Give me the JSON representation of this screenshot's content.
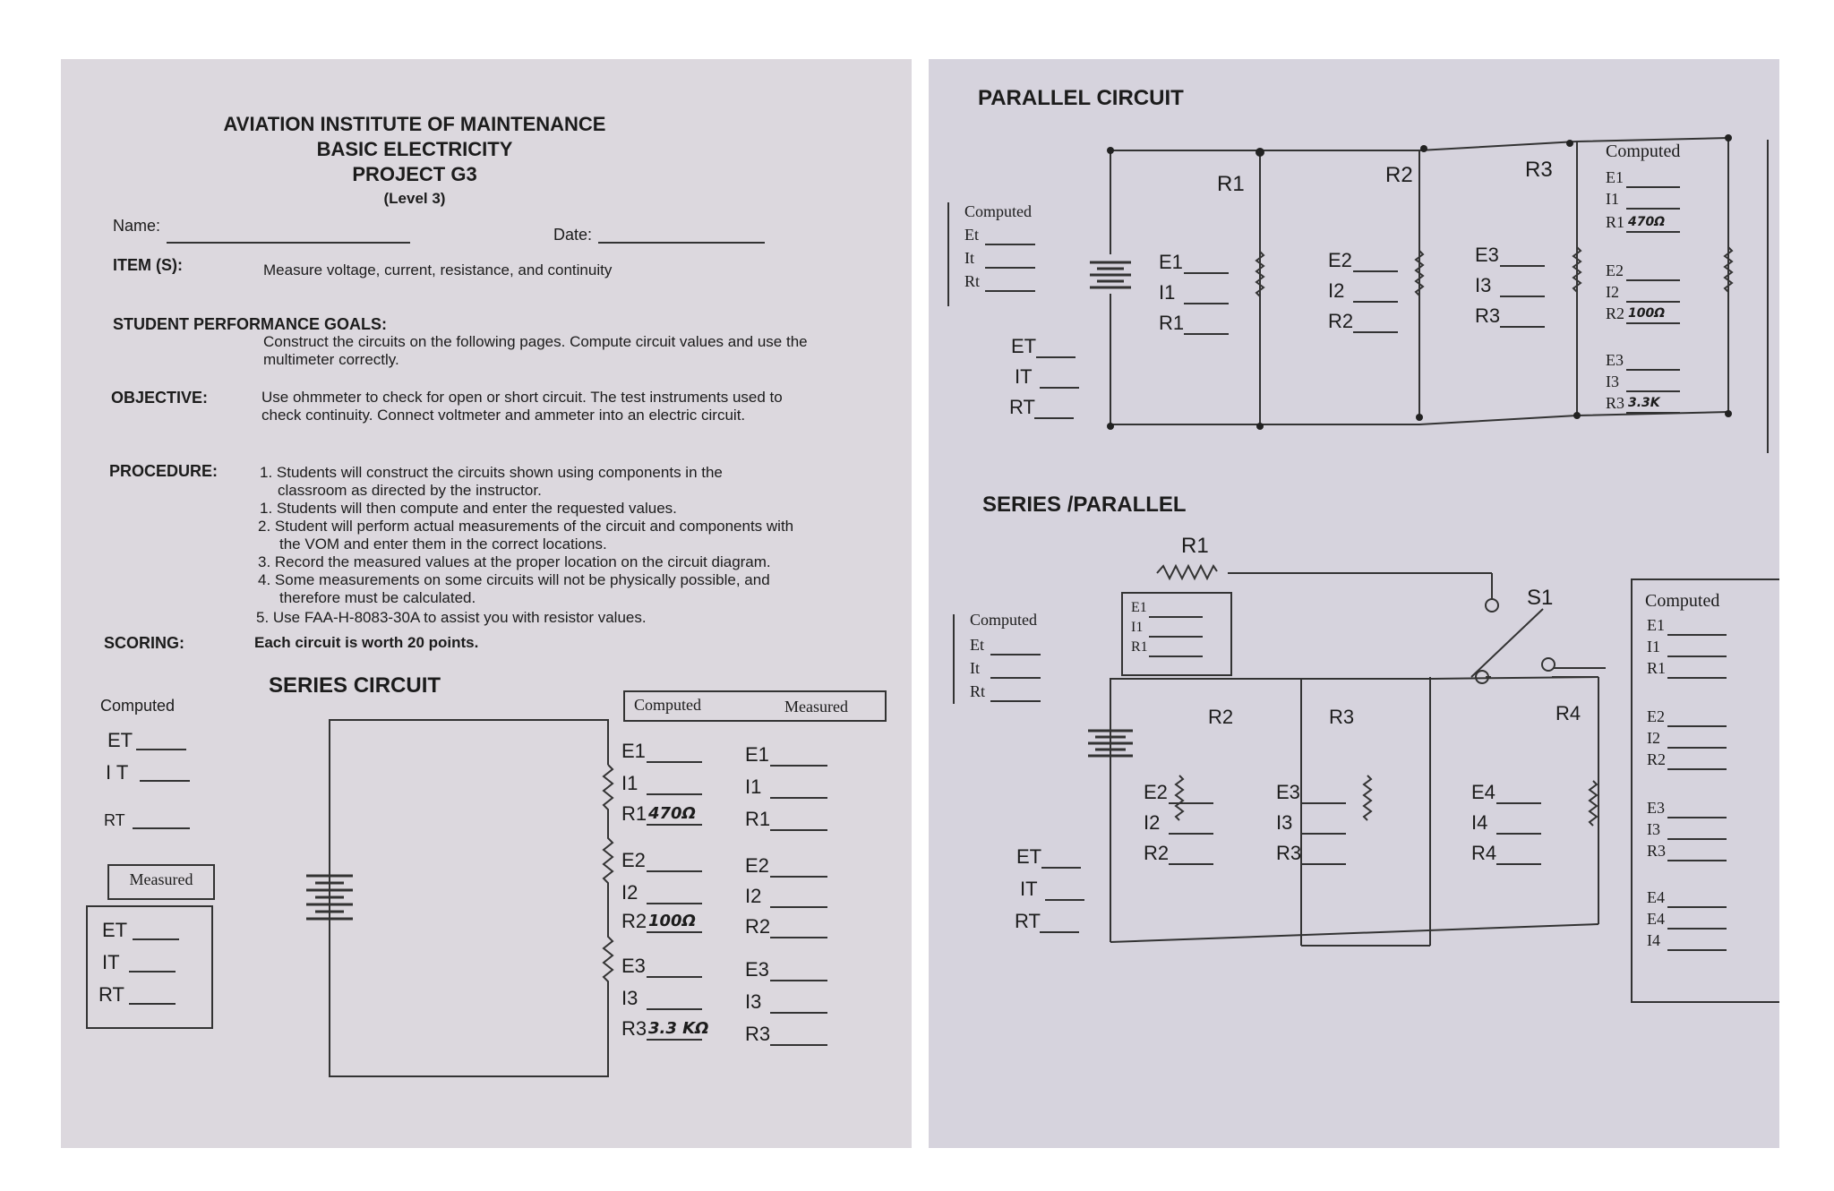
{
  "left_page": {
    "title_lines": [
      "AVIATION INSTITUTE OF MAINTENANCE",
      "BASIC ELECTRICITY",
      "PROJECT G3",
      "(Level 3)"
    ],
    "name_label": "Name:",
    "date_label": "Date:",
    "item_label": "ITEM (S):",
    "item_text": "Measure voltage, current, resistance, and continuity",
    "goals_label": "STUDENT PERFORMANCE GOALS:",
    "goals_lines": [
      "Construct the circuits on the following pages. Compute circuit values and use the",
      "multimeter correctly."
    ],
    "objective_label": "OBJECTIVE:",
    "objective_lines": [
      "Use ohmmeter to check for open or short circuit. The test instruments used to",
      "check continuity. Connect voltmeter and ammeter into an electric circuit."
    ],
    "procedure_label": "PROCEDURE:",
    "procedure_lines": [
      "1. Students will construct the circuits shown using components in the",
      "classroom as directed by the instructor.",
      "1.  Students will then compute and enter the requested values.",
      "2.  Student will perform actual measurements of the circuit and components with",
      "the VOM and enter them in the correct locations.",
      "3.  Record the measured values at the proper location on the circuit diagram.",
      "4.  Some measurements on some circuits will not be physically possible, and",
      "therefore must be calculated.",
      "5.  Use FAA-H-8083-30A to assist you with resistor values."
    ],
    "scoring_label": "SCORING:",
    "scoring_text": "Each circuit is worth 20 points.",
    "series_title": "SERIES CIRCUIT",
    "computed_label": "Computed",
    "computed_fields": [
      "ET",
      "I T",
      "RT"
    ],
    "measured_label": "Measured",
    "measured_fields": [
      "ET",
      "IT",
      "RT"
    ],
    "table_headers": [
      "Computed",
      "Measured"
    ],
    "computed_column": [
      {
        "label": "E1",
        "value": ""
      },
      {
        "label": "I1",
        "value": ""
      },
      {
        "label": "R1",
        "value": "470Ω"
      },
      {
        "label": "E2",
        "value": ""
      },
      {
        "label": "I2",
        "value": ""
      },
      {
        "label": "R2",
        "value": "100Ω"
      },
      {
        "label": "E3",
        "value": ""
      },
      {
        "label": "I3",
        "value": ""
      },
      {
        "label": "R3",
        "value": "3.3 KΩ"
      }
    ],
    "measured_column": [
      "E1",
      "I1",
      "R1",
      "E2",
      "I2",
      "R2",
      "E3",
      "I3",
      "R3"
    ]
  },
  "right_page": {
    "parallel_title": "PARALLEL CIRCUIT",
    "parallel_resistor_labels": [
      "R1",
      "R2",
      "R3"
    ],
    "parallel_branch_fields": [
      [
        "E1",
        "I1",
        "R1"
      ],
      [
        "E2",
        "I2",
        "R2"
      ],
      [
        "E3",
        "I3",
        "R3"
      ]
    ],
    "parallel_total_fields": [
      "ET",
      "IT",
      "RT"
    ],
    "parallel_computed_left_label": "Computed",
    "parallel_computed_left_fields": [
      "Et",
      "It",
      "Rt"
    ],
    "parallel_computed_right_label": "Computed",
    "parallel_computed_right": [
      {
        "label": "E1",
        "value": ""
      },
      {
        "label": "I1",
        "value": ""
      },
      {
        "label": "R1",
        "value": "470Ω"
      },
      {
        "label": "E2",
        "value": ""
      },
      {
        "label": "I2",
        "value": ""
      },
      {
        "label": "R2",
        "value": "100Ω"
      },
      {
        "label": "E3",
        "value": ""
      },
      {
        "label": "I3",
        "value": ""
      },
      {
        "label": "R3",
        "value": "3.3K"
      }
    ],
    "sp_title": "SERIES /PARALLEL",
    "sp_top_resistor": "R1",
    "sp_switch_label": "S1",
    "sp_inner_box_fields": [
      "E1",
      "I1",
      "R1"
    ],
    "sp_left_computed_label": "Computed",
    "sp_left_computed_fields": [
      "Et",
      "It",
      "Rt"
    ],
    "sp_resistor_labels": [
      "R2",
      "R3",
      "R4"
    ],
    "sp_branch_fields": [
      [
        "E2",
        "I2",
        "R2"
      ],
      [
        "E3",
        "I3",
        "R3"
      ],
      [
        "E4",
        "I4",
        "R4"
      ]
    ],
    "sp_total_fields": [
      "ET",
      "IT",
      "RT"
    ],
    "sp_right_computed_label": "Computed",
    "sp_right_computed_fields": [
      "E1",
      "I1",
      "R1",
      "E2",
      "I2",
      "R2",
      "E3",
      "I3",
      "R3",
      "E4",
      "E4",
      "I4"
    ]
  }
}
